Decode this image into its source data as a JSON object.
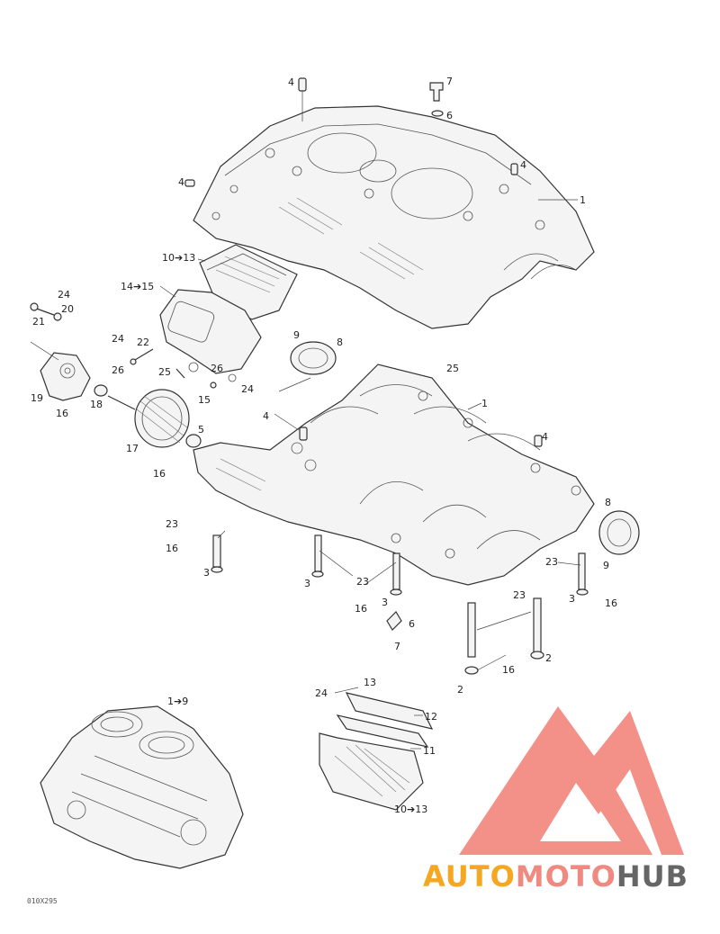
{
  "labels": {
    "top_4": "4",
    "top_7": "7",
    "top_6": "6",
    "top_4b": "4",
    "top_1": "1",
    "top_4_left": "4",
    "l_10_13": "10➔13",
    "l_14_15": "14➔15",
    "l_24a": "24",
    "l_20": "20",
    "l_21": "21",
    "l_24b": "24",
    "l_22": "22",
    "l_26a": "26",
    "l_25": "25",
    "l_26b": "26",
    "l_24c": "24",
    "l_15": "15",
    "l_19": "19",
    "l_16a": "16",
    "l_18": "18",
    "l_17": "17",
    "l_5": "5",
    "l_16b": "16",
    "l_9a": "9",
    "l_8a": "8",
    "l_25b": "25",
    "l_1b": "1",
    "l_4c": "4",
    "l_4d": "4",
    "l_23a": "23",
    "l_16c": "16",
    "l_3a": "3",
    "l_3b": "3",
    "l_23b": "23",
    "l_16d": "16",
    "l_3c": "3",
    "l_6b": "6",
    "l_7b": "7",
    "l_23c": "23",
    "l_2a": "2",
    "l_16e": "16",
    "l_2b": "2",
    "l_8b": "8",
    "l_9b": "9",
    "l_23d": "23",
    "l_3d": "3",
    "l_16f": "16",
    "l_13": "13",
    "l_24d": "24",
    "l_12": "12",
    "l_11": "11",
    "l_10_13b": "10➔13",
    "l_1_9": "1➔9"
  },
  "reference_code": "010X295",
  "logo": {
    "part1": "AUTO",
    "part2": "MOTO",
    "part3": "HUB",
    "color1": "#f5a623",
    "color2": "#f08a80",
    "color3": "#666666",
    "mark_color": "#f28b82"
  }
}
